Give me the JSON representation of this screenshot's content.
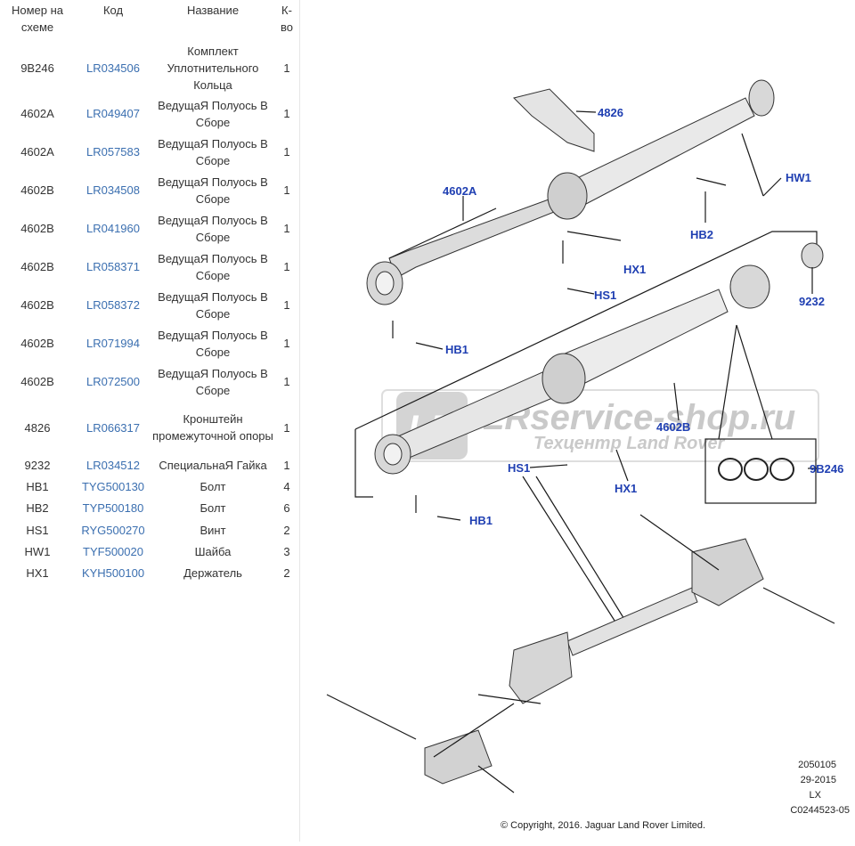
{
  "table": {
    "headers": {
      "num": "Номер на схеме",
      "code": "Код",
      "name": "Название",
      "qty": "К-во"
    },
    "rows": [
      {
        "num": "9B246",
        "code": "LR034506",
        "name": "Комплект Уплотнительного Кольца",
        "qty": "1"
      },
      {
        "num": "4602A",
        "code": "LR049407",
        "name": "ВедущаЯ Полуось В Сборе",
        "qty": "1"
      },
      {
        "num": "4602A",
        "code": "LR057583",
        "name": "ВедущаЯ Полуось В Сборе",
        "qty": "1"
      },
      {
        "num": "4602B",
        "code": "LR034508",
        "name": "ВедущаЯ Полуось В Сборе",
        "qty": "1"
      },
      {
        "num": "4602B",
        "code": "LR041960",
        "name": "ВедущаЯ Полуось В Сборе",
        "qty": "1"
      },
      {
        "num": "4602B",
        "code": "LR058371",
        "name": "ВедущаЯ Полуось В Сборе",
        "qty": "1"
      },
      {
        "num": "4602B",
        "code": "LR058372",
        "name": "ВедущаЯ Полуось В Сборе",
        "qty": "1"
      },
      {
        "num": "4602B",
        "code": "LR071994",
        "name": "ВедущаЯ Полуось В Сборе",
        "qty": "1"
      },
      {
        "num": "4602B",
        "code": "LR072500",
        "name": "ВедущаЯ Полуось В Сборе",
        "qty": "1"
      },
      {
        "num": "4826",
        "code": "LR066317",
        "name": "Кронштейн промежуточной опоры",
        "qty": "1"
      },
      {
        "num": "9232",
        "code": "LR034512",
        "name": "СпециальнаЯ Гайка",
        "qty": "1"
      },
      {
        "num": "HB1",
        "code": "TYG500130",
        "name": "Болт",
        "qty": "4"
      },
      {
        "num": "HB2",
        "code": "TYP500180",
        "name": "Болт",
        "qty": "6"
      },
      {
        "num": "HS1",
        "code": "RYG500270",
        "name": "Винт",
        "qty": "2"
      },
      {
        "num": "HW1",
        "code": "TYF500020",
        "name": "Шайба",
        "qty": "3"
      },
      {
        "num": "HX1",
        "code": "KYH500100",
        "name": "Держатель",
        "qty": "2"
      }
    ]
  },
  "diagram": {
    "labels": {
      "l4826": "4826",
      "l4602a": "4602A",
      "lhw1": "HW1",
      "lhb2": "HB2",
      "lhx1_top": "HX1",
      "lhs1_top": "HS1",
      "lhb1_top": "HB1",
      "l9232": "9232",
      "l4602b": "4602B",
      "lhs1_bot": "HS1",
      "lhx1_bot": "HX1",
      "lhb1_bot": "HB1",
      "l9b246": "9B246"
    },
    "watermark": {
      "line1": "LRservice-shop.ru",
      "line2": "Техцентр Land Rover",
      "logo": "LR"
    },
    "meta": {
      "code1": "2050105",
      "date": "29-2015",
      "model": "LX",
      "ref": "C0244523-05"
    },
    "copyright": "© Copyright, 2016. Jaguar Land Rover Limited."
  },
  "colors": {
    "link": "#3b6fb0",
    "callout": "#1f3fb2",
    "watermark": "#c9c9c9"
  }
}
